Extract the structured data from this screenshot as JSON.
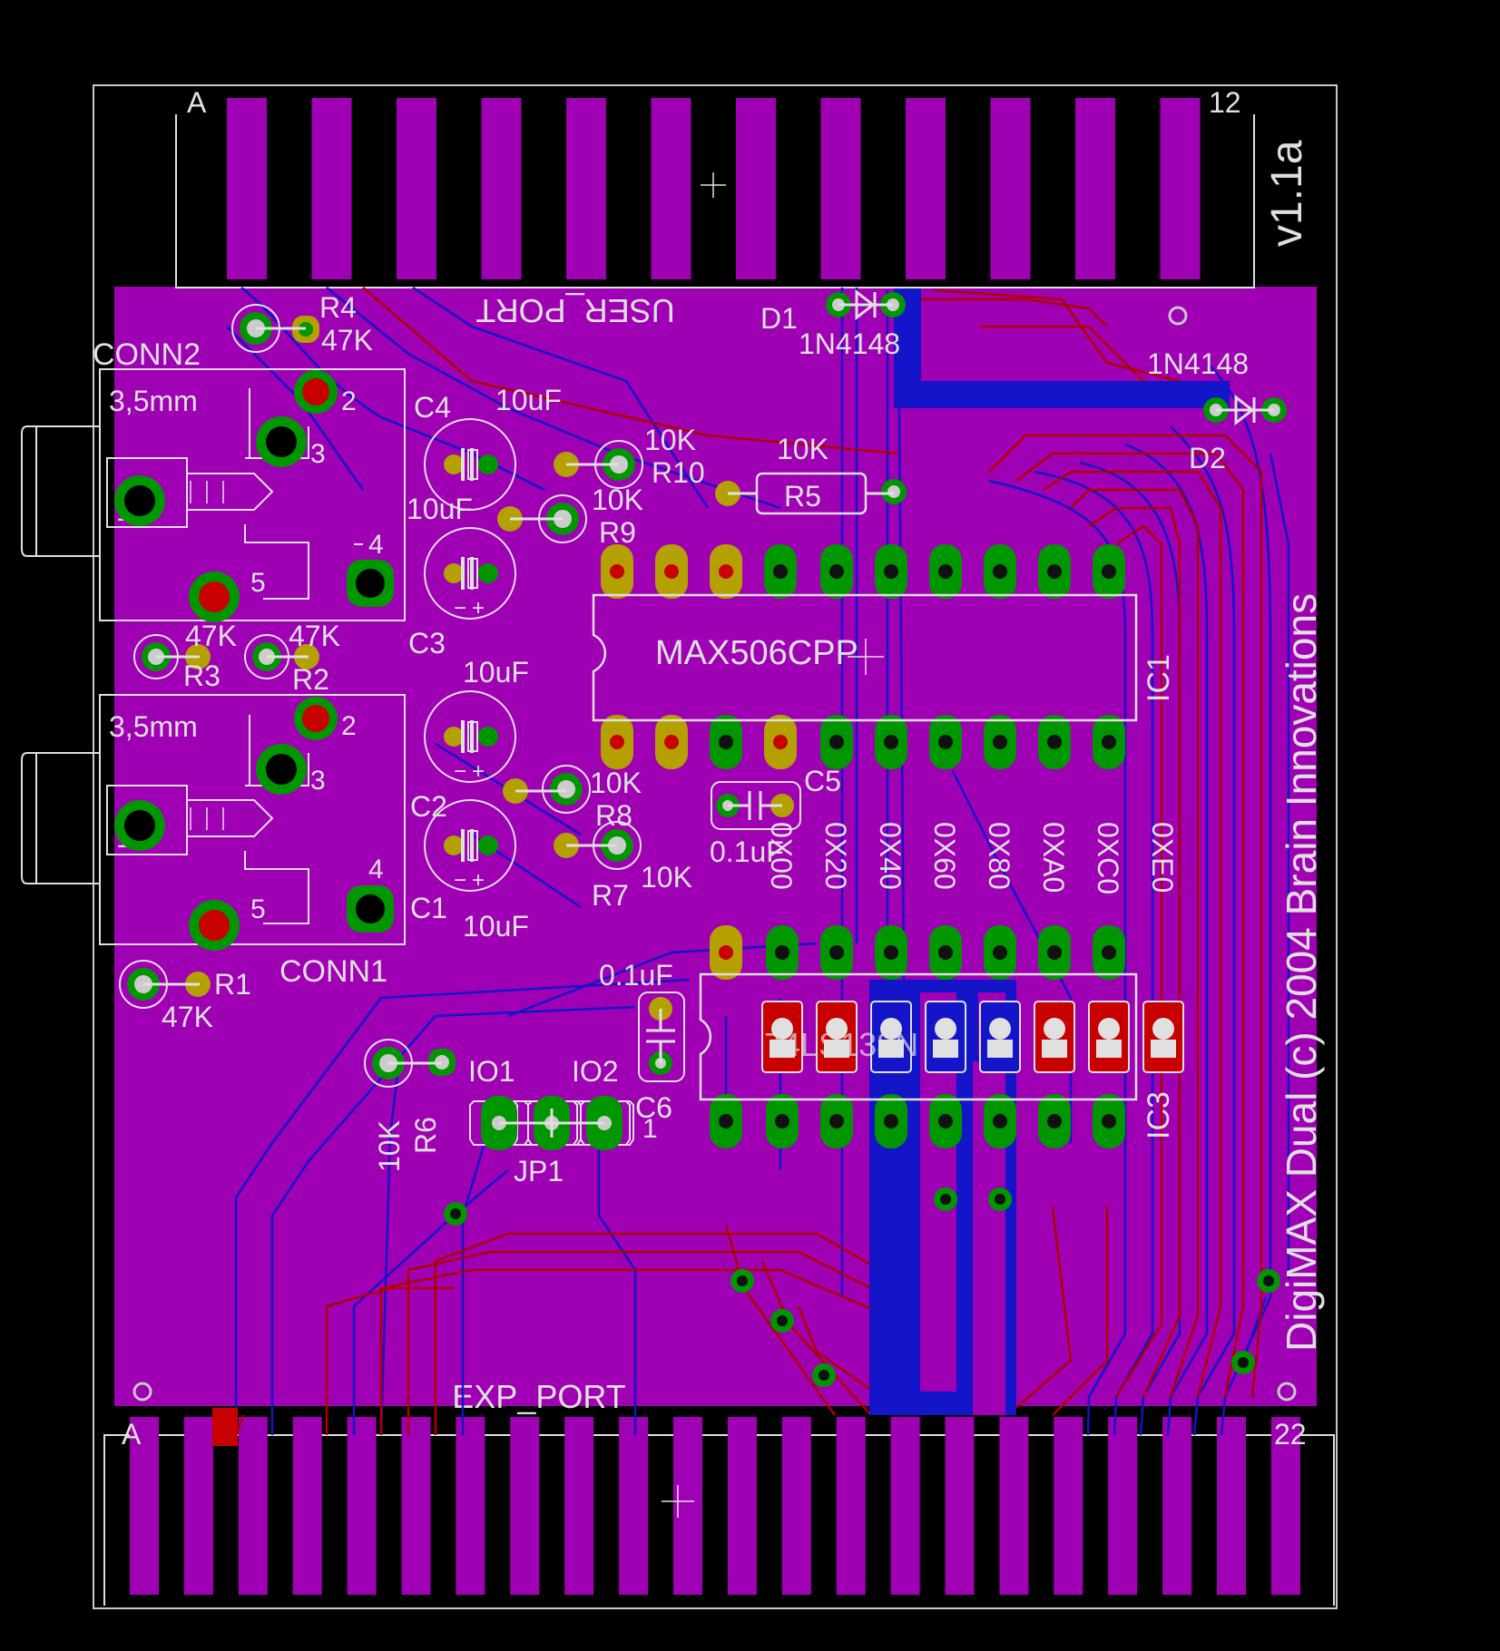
{
  "colors": {
    "background": "#000000",
    "board": "#a000b4",
    "copper_top": "#b00000",
    "copper_bottom": "#1414c8",
    "silkscreen": "#e0e0e0",
    "pad_green": "#009600",
    "pad_yellow": "#b4a000",
    "pad_red": "#c80000"
  },
  "title": {
    "product": "DigiMAX Dual (c) 2004 Brain Innovations",
    "version": "v1.1a"
  },
  "connectors": {
    "user_port": {
      "name": "USER_PORT",
      "pin_first": "A",
      "pin_last": "12"
    },
    "exp_port": {
      "name": "EXP_PORT",
      "pin_first": "A",
      "pin_last": "22"
    },
    "conn1": {
      "name": "CONN1",
      "size": "3,5mm",
      "pins": [
        "1",
        "2",
        "3",
        "4",
        "5"
      ]
    },
    "conn2": {
      "name": "CONN2",
      "size": "3,5mm",
      "pins": [
        "1",
        "2",
        "3",
        "4",
        "5"
      ]
    }
  },
  "ics": {
    "ic1": {
      "name": "IC1",
      "part": "MAX506CPP"
    },
    "ic3": {
      "name": "IC3",
      "part": "74LS138N"
    }
  },
  "diodes": {
    "d1": {
      "name": "D1",
      "value": "1N4148"
    },
    "d2": {
      "name": "D2",
      "value": "1N4148"
    }
  },
  "resistors": {
    "r1": {
      "name": "R1",
      "value": "47K"
    },
    "r2": {
      "name": "R2",
      "value": "47K"
    },
    "r3": {
      "name": "R3",
      "value": "47K"
    },
    "r4": {
      "name": "R4",
      "value": "47K"
    },
    "r5": {
      "name": "R5",
      "value": "10K"
    },
    "r6": {
      "name": "R6",
      "value": "10K"
    },
    "r7": {
      "name": "R7",
      "value": "10K"
    },
    "r8": {
      "name": "R8",
      "value": "10K"
    },
    "r9": {
      "name": "R9",
      "value": "10K"
    },
    "r10": {
      "name": "R10",
      "value": "10K"
    }
  },
  "capacitors": {
    "c1": {
      "name": "C1",
      "value": "10uF"
    },
    "c2": {
      "name": "C2",
      "value": "10uF"
    },
    "c3": {
      "name": "C3",
      "value": "10uF"
    },
    "c4": {
      "name": "C4",
      "value": "10uF"
    },
    "c5": {
      "name": "C5",
      "value": "0.1uF"
    },
    "c6": {
      "name": "C6",
      "value": "0.1uF"
    }
  },
  "jumper": {
    "name": "JP1",
    "labels": [
      "IO1",
      "IO2"
    ],
    "pin1": "1"
  },
  "address_labels": [
    "0X00",
    "0X20",
    "0X40",
    "0X60",
    "0X80",
    "0XA0",
    "0XC0",
    "0XE0"
  ]
}
